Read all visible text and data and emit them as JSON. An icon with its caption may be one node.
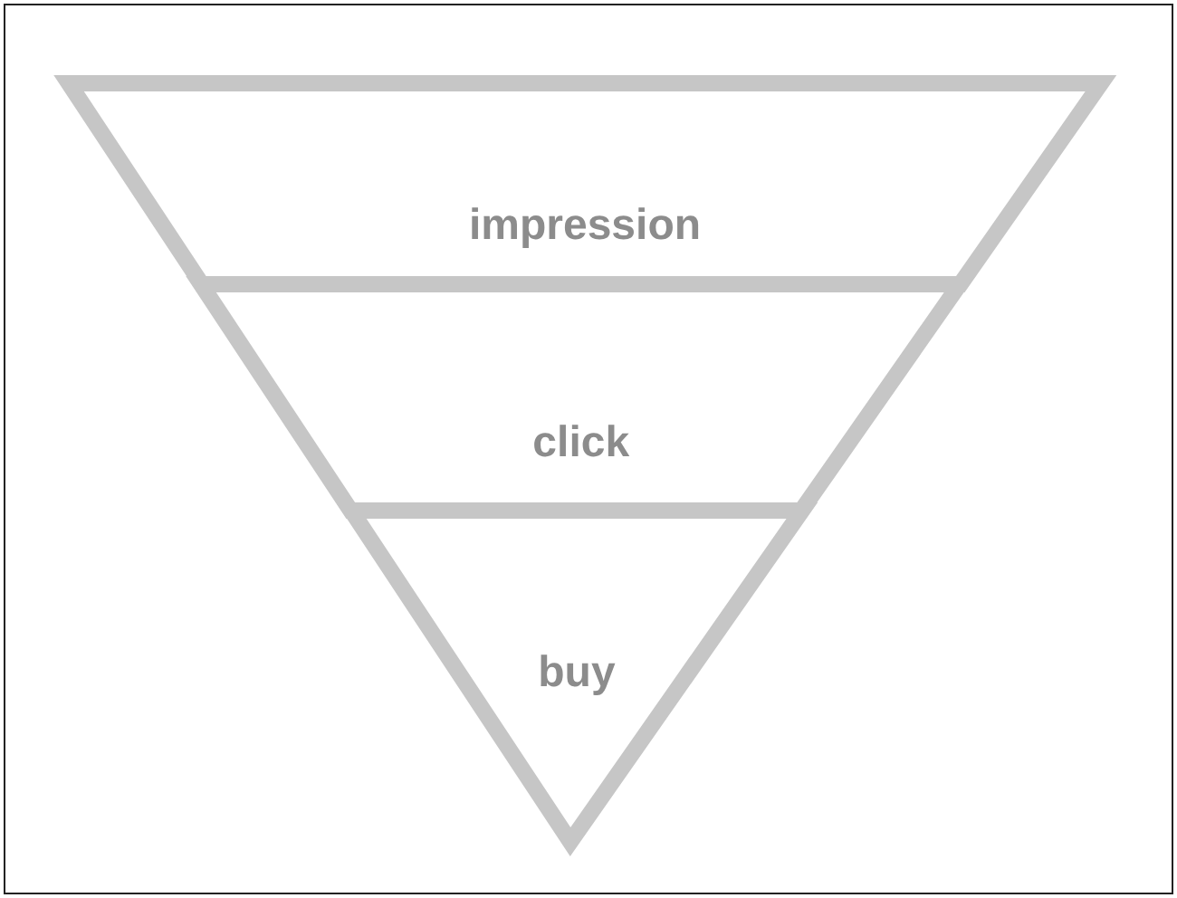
{
  "diagram": {
    "nodes": [
      {
        "text": [
          "impression"
        ]
      },
      {
        "text": [
          "click"
        ]
      },
      {
        "text": [
          "buy"
        ]
      }
    ]
  }
}
